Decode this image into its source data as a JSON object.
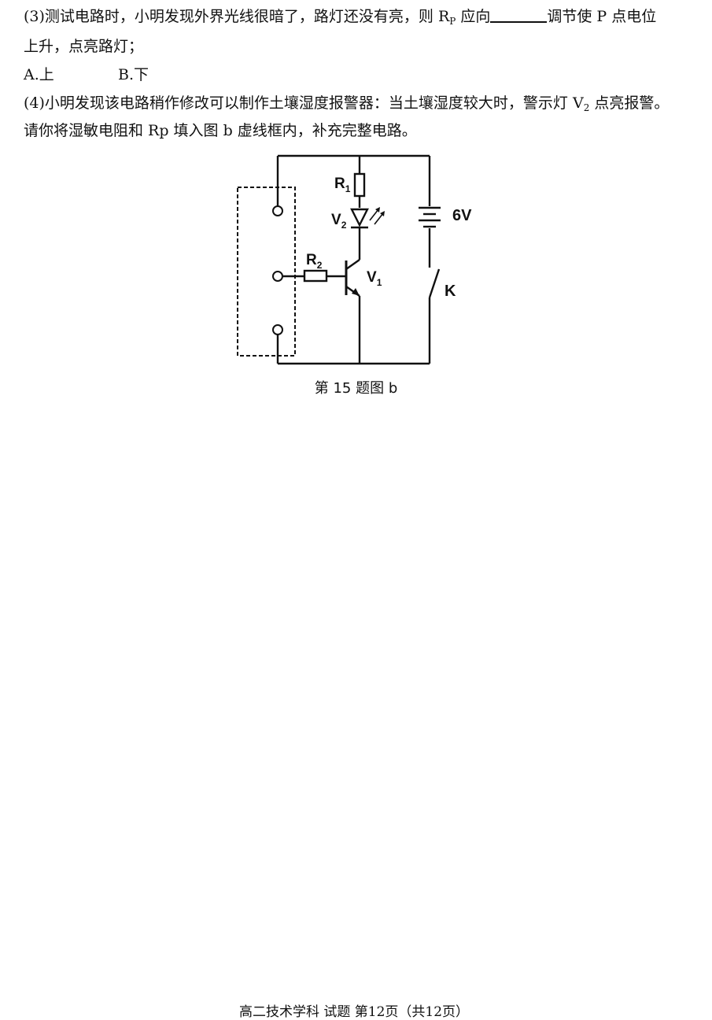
{
  "q3": {
    "line1_a": "(3)测试电路时，小明发现外界光线很暗了，路灯还没有亮，则 R",
    "line1_sub": "P",
    "line1_b": " 应向",
    "line1_c": "调节使 P 点电位",
    "line2": "上升，点亮路灯；",
    "option_a": "A.上",
    "option_b": "B.下"
  },
  "q4": {
    "line1_a": "(4)小明发现该电路稍作修改可以制作土壤湿度报警器：当土壤湿度较大时，警示灯 V",
    "line1_sub": "2",
    "line1_b": " 点亮报警。",
    "line2": "请你将湿敏电阻和 Rp 填入图 b 虚线框内，补充完整电路。"
  },
  "circuit": {
    "labels": {
      "r1": "R",
      "r1_sub": "1",
      "v2": "V",
      "v2_sub": "2",
      "r2": "R",
      "r2_sub": "2",
      "v1": "V",
      "v1_sub": "1",
      "battery": "6V",
      "switch": "K"
    }
  },
  "caption": "第 15 题图 b",
  "footer": "高二技术学科 试题 第12页（共12页）"
}
